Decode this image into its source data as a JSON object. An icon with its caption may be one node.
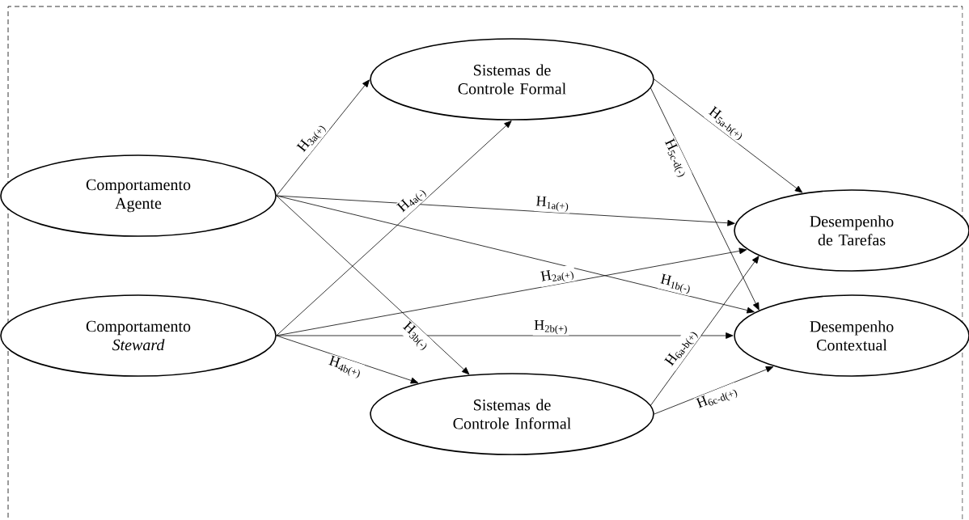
{
  "diagram": {
    "nodes": [
      {
        "text": [
          "Comportamento Agente"
        ]
      },
      {
        "text": [
          "Comportamento *Steward*"
        ]
      },
      {
        "text": [
          "Sistemas de Controle Formal"
        ]
      },
      {
        "text": [
          "Sistemas de Controle Informal"
        ]
      },
      {
        "text": [
          "Desempenho de Tarefas"
        ]
      },
      {
        "text": [
          "Desempenho Contextual"
        ]
      }
    ],
    "edges": [
      {
        "from": 0,
        "to": 2,
        "arrow": "to",
        "label": "H$_{3a(+)}$"
      },
      {
        "from": 0,
        "to": 4,
        "arrow": "to",
        "label": "H$_{1a(+)}$"
      },
      {
        "from": 0,
        "to": 5,
        "arrow": "to",
        "label": "H$_{1b(-)}$"
      },
      {
        "from": 0,
        "to": 3,
        "arrow": "to",
        "label": "H$_{3b(-)}$"
      },
      {
        "from": 1,
        "to": 2,
        "arrow": "to",
        "label": "H$_{4a(-)}$"
      },
      {
        "from": 1,
        "to": 4,
        "arrow": "to",
        "label": "H$_{2a(+)}$"
      },
      {
        "from": 1,
        "to": 5,
        "arrow": "to",
        "label": "H$_{2b(+)}$"
      },
      {
        "from": 1,
        "to": 3,
        "arrow": "to",
        "label": "H$_{4b(+)}$"
      },
      {
        "from": 2,
        "to": 4,
        "arrow": "to",
        "label": "H$_{5a-b(+)}$"
      },
      {
        "from": 2,
        "to": 5,
        "arrow": "to",
        "label": "H$_{5c-d(-)}$"
      },
      {
        "from": 3,
        "to": 4,
        "arrow": "to",
        "label": "H$_{6a-b(+)}$"
      },
      {
        "from": 3,
        "to": 5,
        "arrow": "to",
        "label": "H$_{6c-d(+)}$"
      }
    ]
  }
}
